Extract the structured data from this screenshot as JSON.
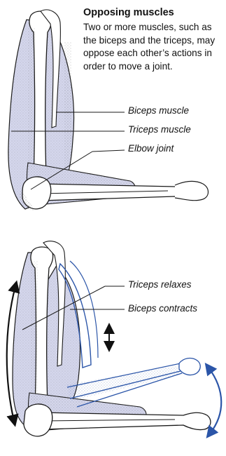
{
  "heading": {
    "title": "Opposing muscles",
    "description": "Two or more muscles, such as the biceps and the triceps, may oppose each other’s actions in order to move a joint."
  },
  "labels": {
    "biceps_muscle": "Biceps muscle",
    "triceps_muscle": "Triceps muscle",
    "elbow_joint": "Elbow joint",
    "triceps_relaxes": "Triceps relaxes",
    "biceps_contracts": "Biceps contracts"
  },
  "colors": {
    "muscle_fill": "#d4d6ec",
    "bone_outline": "#1a1a1a",
    "moved_forearm": "#2b55a8",
    "arrow_black": "#111111"
  }
}
